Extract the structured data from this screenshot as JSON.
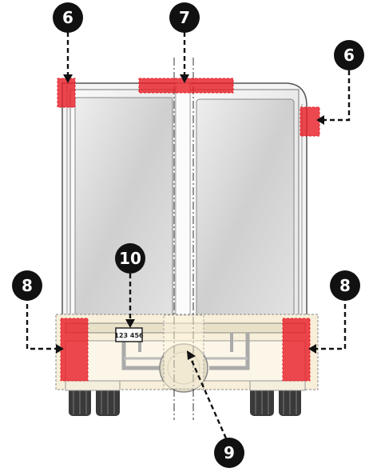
{
  "colors": {
    "marker": "#e8202a",
    "callout": "#111111",
    "bumper_fill": "#f7efd9",
    "body_outline": "#555555",
    "glass": "#d0d0d0"
  },
  "callouts": [
    {
      "id": "c6-left",
      "label": "6"
    },
    {
      "id": "c7",
      "label": "7"
    },
    {
      "id": "c6-right",
      "label": "6"
    },
    {
      "id": "c10",
      "label": "10"
    },
    {
      "id": "c8-left",
      "label": "8"
    },
    {
      "id": "c8-right",
      "label": "8"
    },
    {
      "id": "c9",
      "label": "9"
    }
  ],
  "license_plate": {
    "text": "123 456"
  }
}
